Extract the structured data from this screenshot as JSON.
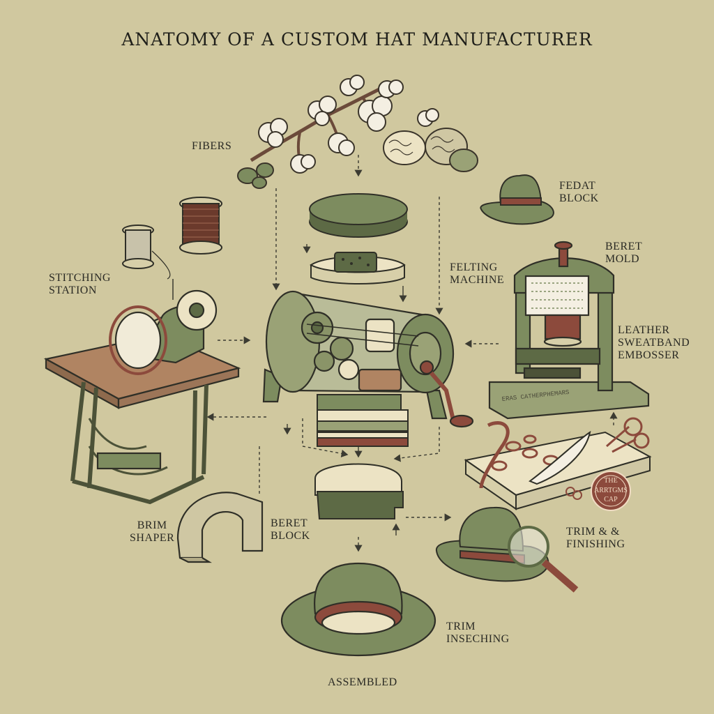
{
  "title": "ANATOMY OF A CUSTOM HAT MANUFACTURER",
  "labels": {
    "fibers": "FIBERS",
    "fedat_block_1": "FEDAT",
    "fedat_block_2": "BLOCK",
    "beret_mold_1": "BERET",
    "beret_mold_2": "MOLD",
    "stitching_station_1": "STITCHING",
    "stitching_station_2": "STATION",
    "felting_machine_1": "FELTING",
    "felting_machine_2": "MACHINE",
    "leather_1": "LEATHER",
    "leather_2": "SWEATBAND",
    "leather_3": "EMBOSSER",
    "brim_shaper_1": "BRIM",
    "brim_shaper_2": "SHAPER",
    "beret_block_1": "BERET",
    "beret_block_2": "BLOCK",
    "trim_finishing_1": "TRIM & &",
    "trim_finishing_2": "FINISHING",
    "trim_inseching_1": "TRIM",
    "trim_inseching_2": "INSECHING",
    "assembled": "ASSEMBLED"
  },
  "stamp": {
    "line1": "THE",
    "line2": "ARRTGMS",
    "line3": "CAP"
  },
  "embosser_plate": "ERAS CATHERPHEMARS",
  "colors": {
    "background": "#d0c89f",
    "olive": "#7d8c5f",
    "olive_dark": "#5d6a45",
    "cream": "#ece3c4",
    "rust": "#8c4a3c",
    "wood": "#b08462",
    "ink": "#2a2a24"
  }
}
